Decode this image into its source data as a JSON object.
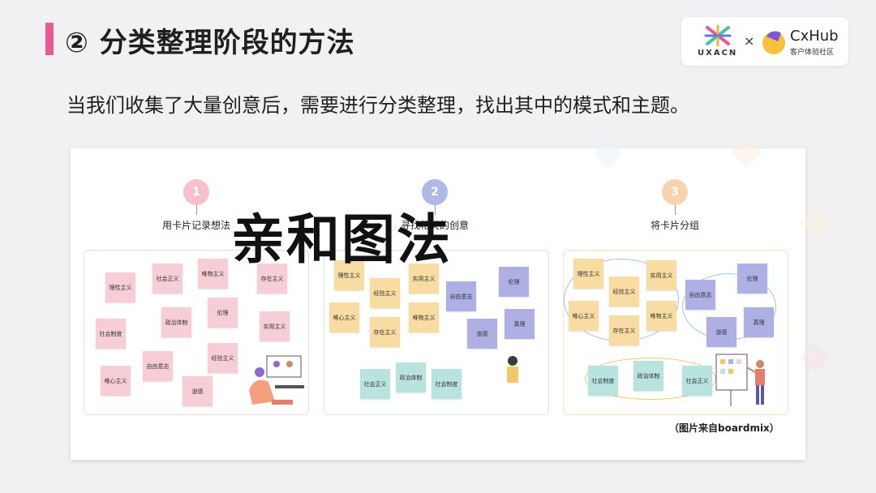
{
  "header": {
    "title": "② 分类整理阶段的方法",
    "subtitle": "当我们收集了大量创意后，需要进行分类整理，找出其中的模式和主题。"
  },
  "logos": {
    "uxacn": "UXACN",
    "times": "×",
    "cxhub_title": "CxHub",
    "cxhub_sub": "客户体验社区"
  },
  "figure": {
    "steps": [
      {
        "number": "1",
        "label": "用卡片记录想法",
        "color": "#f6c1cc"
      },
      {
        "number": "2",
        "label": "寻找相关的创意",
        "color": "#aeb9e8"
      },
      {
        "number": "3",
        "label": "将卡片分组",
        "color": "#f8d3b0"
      }
    ],
    "panel1_notes": [
      "理性主义",
      "社会正义",
      "唯物主义",
      "存在主义",
      "政治体制",
      "伦理",
      "实用主义",
      "社会制度",
      "自由意志",
      "经验主义",
      "唯心主义",
      "道德"
    ],
    "panel2_notes": [
      "理性主义",
      "经验主义",
      "实用主义",
      "自由意志",
      "伦理",
      "唯心主义",
      "唯物主义",
      "存在主义",
      "道德",
      "真理",
      "社会正义",
      "政治体制",
      "社会制度"
    ],
    "panel3_notes": [
      "理性主义",
      "经验主义",
      "实用主义",
      "自由意志",
      "伦理",
      "唯心主义",
      "唯物主义",
      "存在主义",
      "道德",
      "真理",
      "社会制度",
      "政治体制",
      "社会正义"
    ],
    "overlay_text": "亲和图法",
    "credit": "（图片来自boardmix）"
  },
  "colors": {
    "accent": "#e85a93",
    "note_pink": "#f7cdd6",
    "note_yellow": "#f8dca1",
    "note_purple": "#aeb0e3",
    "note_cyan": "#b8e3de"
  }
}
